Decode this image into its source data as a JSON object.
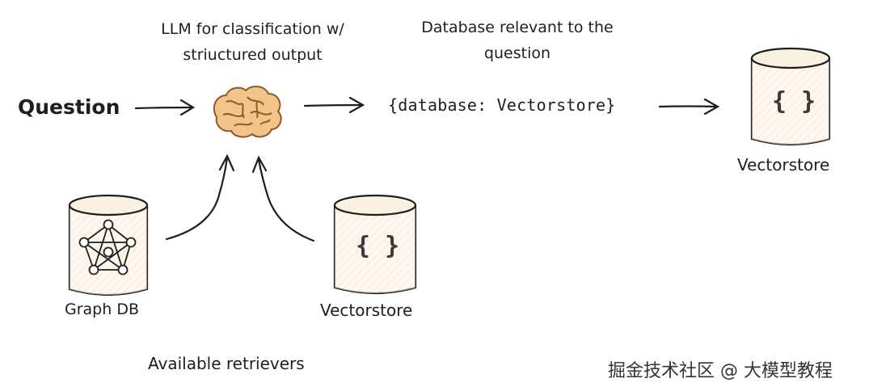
{
  "question": "Question",
  "llm_note": "LLM for classification w/ striuctured output",
  "db_note": "Database relevant to the question",
  "output_json": "{database: Vectorstore}",
  "retrievers_caption": "Available retrievers",
  "stores": {
    "graph_db": "Graph DB",
    "vectorstore_mid": "Vectorstore",
    "vectorstore_right": "Vectorstore",
    "braces": "{ }"
  },
  "watermark": "掘金技术社区 @ 大模型教程",
  "colors": {
    "ink": "#1e1e1e",
    "cylinder_fill": "#fbf1e1",
    "brain_fill": "#f2c48a",
    "brain_stroke": "#8a5a2b"
  },
  "icons": [
    "brain-icon",
    "graph-network-icon",
    "json-braces-icon"
  ]
}
